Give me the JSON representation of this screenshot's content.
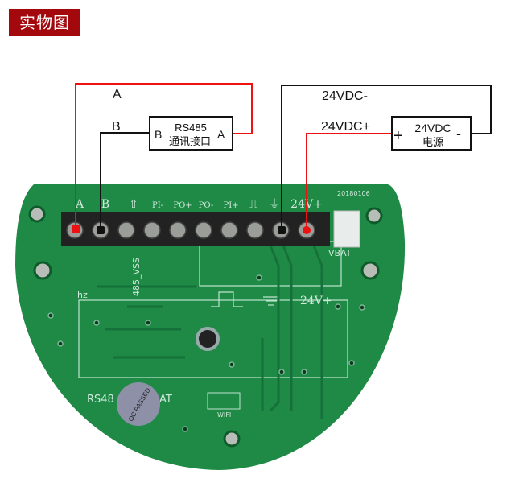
{
  "title": "实物图",
  "wiring": {
    "wire_a_label": "A",
    "wire_b_label": "B",
    "wire_neg_label": "24VDC-",
    "wire_pos_label": "24VDC+",
    "rs485_box": {
      "left_pin": "B",
      "right_pin": "A",
      "line1": "RS485",
      "line2": "通讯接口"
    },
    "power_box": {
      "plus": "+",
      "minus": "-",
      "line1": "24VDC",
      "line2": "电源"
    },
    "colors": {
      "red": "#ee1111",
      "black": "#111111",
      "pcb": "#1f8a45",
      "title_bg": "#a3080d"
    }
  },
  "pcb": {
    "terminal_labels": [
      "A",
      "B",
      "⇧",
      "PI-",
      "PO+",
      "PO-",
      "PI+",
      "⎍",
      "⏚",
      "24V+"
    ],
    "date_code": "20180106",
    "vss_label": "485_VSS",
    "vbat_label": "VBAT",
    "hz_label": "hz",
    "power_label": "24V+",
    "model_label_left": "RS48",
    "model_label_right": "AT",
    "sticker": "QC PASSED",
    "wifi_label": "WIFI"
  }
}
